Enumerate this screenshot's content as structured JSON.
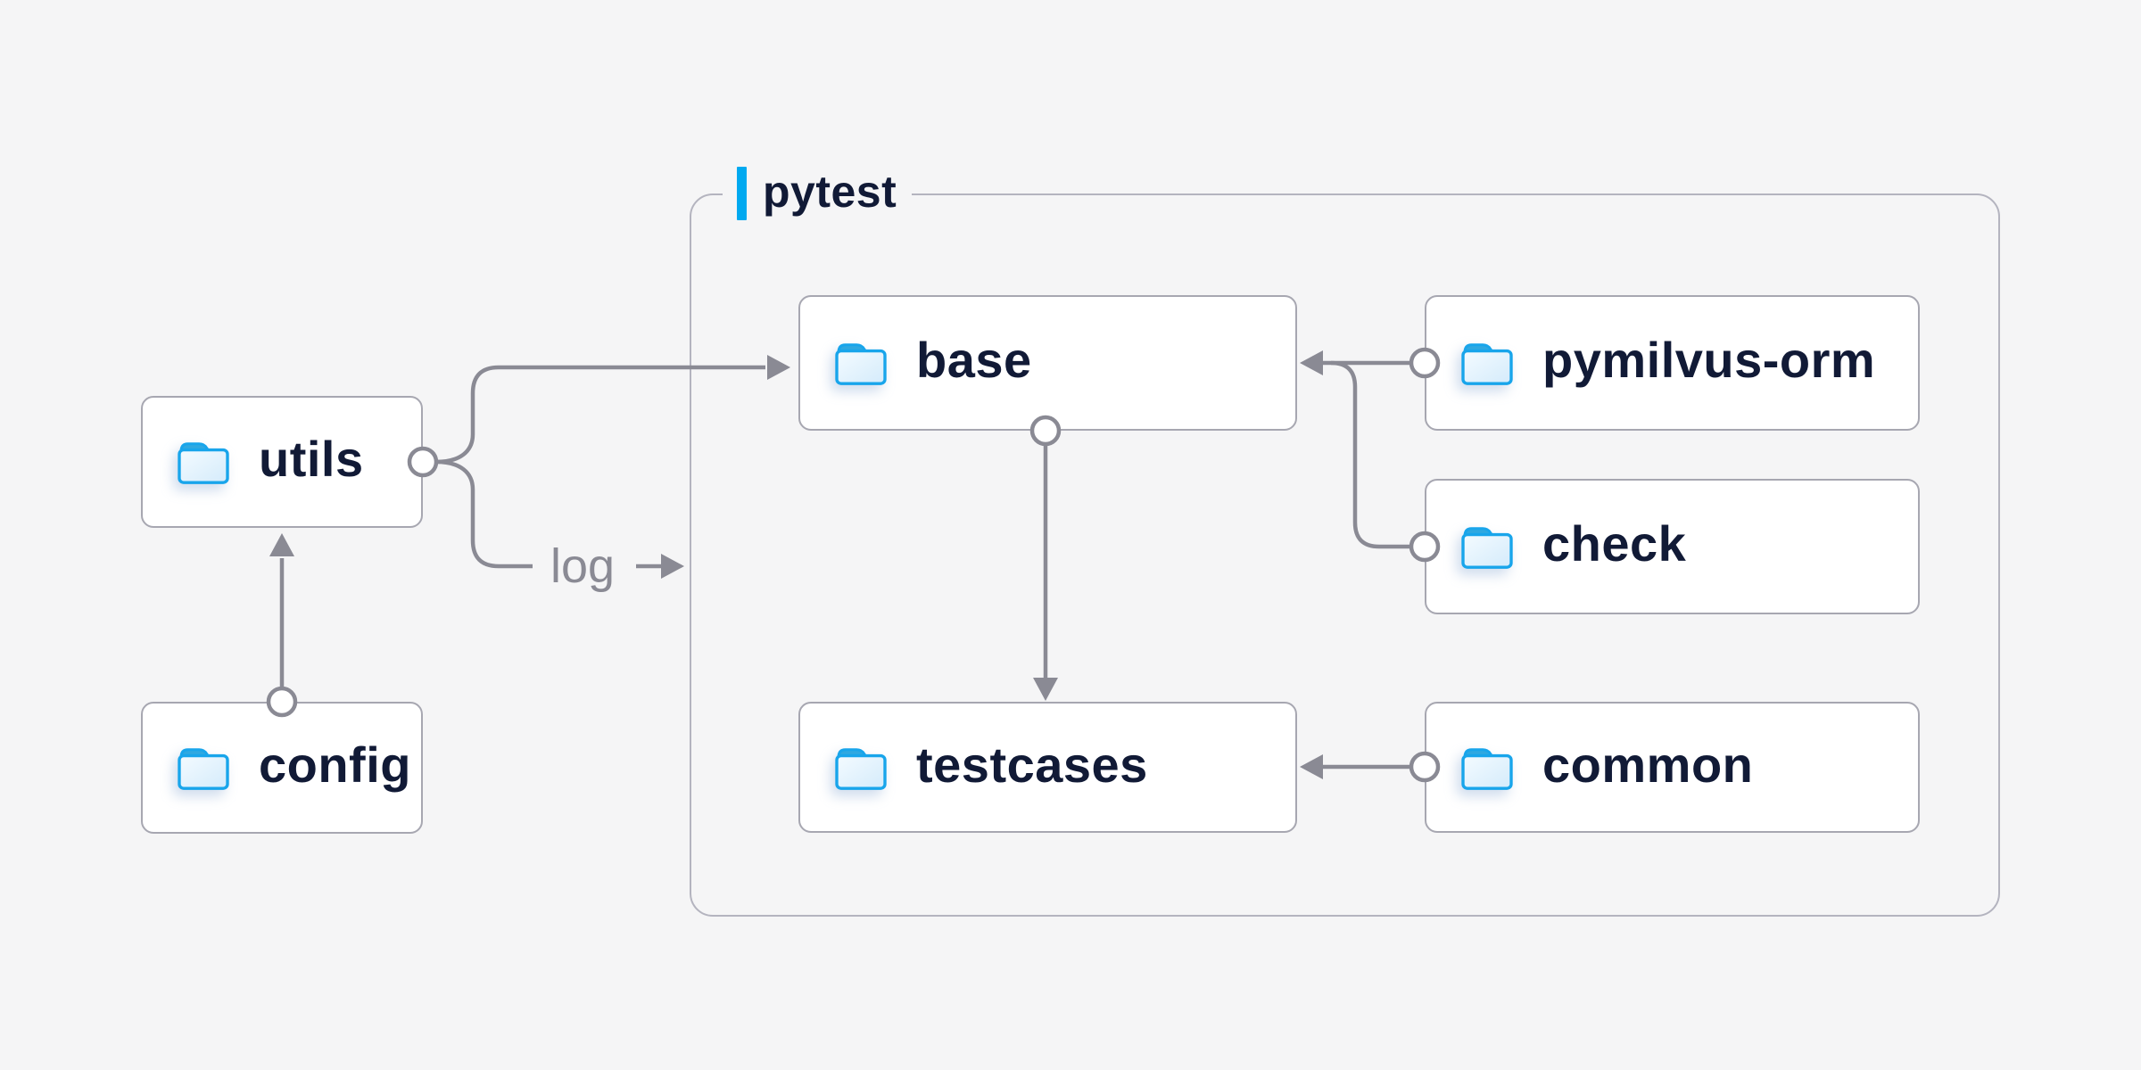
{
  "diagram": {
    "container": {
      "label": "pytest"
    },
    "nodes": [
      {
        "id": "utils",
        "label": "utils"
      },
      {
        "id": "config",
        "label": "config"
      },
      {
        "id": "base",
        "label": "base"
      },
      {
        "id": "pymilvus_orm",
        "label": "pymilvus-orm"
      },
      {
        "id": "check",
        "label": "check"
      },
      {
        "id": "testcases",
        "label": "testcases"
      },
      {
        "id": "common",
        "label": "common"
      }
    ],
    "edge_label": {
      "log": "log"
    },
    "edges": [
      {
        "from": "config",
        "to": "utils",
        "style": "circle-to-arrow"
      },
      {
        "from": "utils",
        "to": "base",
        "style": "circle-to-arrow"
      },
      {
        "from": "utils",
        "to": "pytest-container",
        "style": "circle-to-arrow",
        "label": "log"
      },
      {
        "from": "base",
        "to": "testcases",
        "style": "circle-to-arrow"
      },
      {
        "from": "pymilvus_orm",
        "to": "base",
        "style": "circle-to-arrow"
      },
      {
        "from": "check",
        "to": "base",
        "style": "circle-to-arrow"
      },
      {
        "from": "common",
        "to": "testcases",
        "style": "circle-to-arrow"
      }
    ],
    "colors": {
      "background": "#f5f5f6",
      "node_fill": "#ffffff",
      "node_border": "#a7a7b1",
      "container_border": "#b4b4bf",
      "connector_gray": "#8a8a94",
      "label_navy": "#111a36",
      "accent_blue": "#00a9f0",
      "folder_stroke": "#18a5eb",
      "folder_tab": "#2fa8e0"
    }
  }
}
